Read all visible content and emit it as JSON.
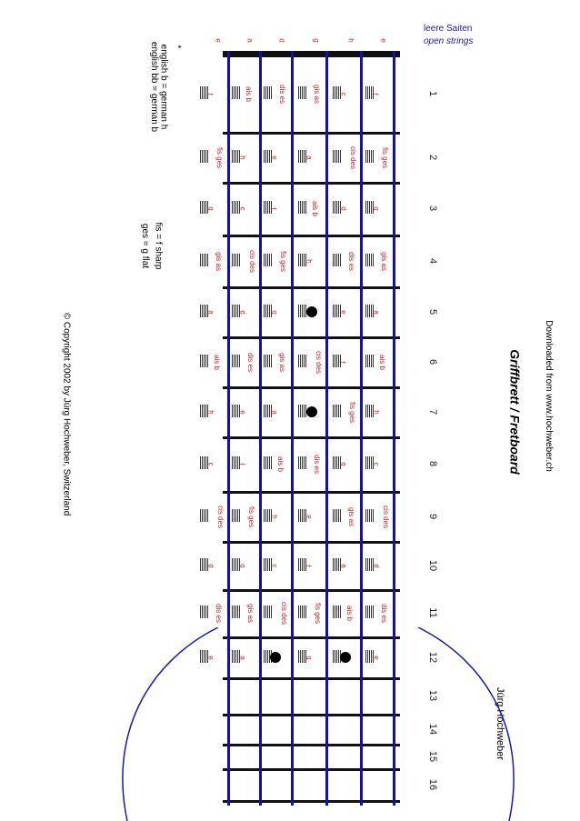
{
  "header": {
    "open_strings_de": "leere Saiten",
    "open_strings_en": "open strings",
    "downloaded": "Downloaded from www.hochweber.ch",
    "title": "Griffbrett / Fretboard",
    "author": "Jürg Hochweber"
  },
  "notes_box": {
    "asterisk": "*",
    "line1": "english  b  =  german  h",
    "line2": "english  bb  =  german  b",
    "line3": "fis = f sharp",
    "line4": "ges = g flat"
  },
  "copyright": "© Copyright 2002 by Jürg Hochweber, Switzerland",
  "frets": [
    "1",
    "2",
    "3",
    "4",
    "5",
    "6",
    "7",
    "8",
    "9",
    "10",
    "11",
    "12",
    "13",
    "14",
    "15",
    "16"
  ],
  "open_strings": [
    "e",
    "h",
    "g",
    "d",
    "a",
    "e"
  ],
  "strings": [
    {
      "name": "e-high",
      "notes": [
        "f",
        "fis ges",
        "g",
        "gis as",
        "a",
        "ais b",
        "h",
        "c",
        "cis des",
        "d",
        "dis es",
        "e",
        "",
        "",
        "",
        ""
      ]
    },
    {
      "name": "h",
      "notes": [
        "c",
        "cis des",
        "d",
        "dis es",
        "e",
        "f",
        "fis ges",
        "g",
        "gis as",
        "a",
        "ais b",
        "h",
        "",
        "",
        "",
        ""
      ]
    },
    {
      "name": "g",
      "notes": [
        "gis as",
        "a",
        "ais b",
        "h",
        "c",
        "cis des",
        "d",
        "dis es",
        "e",
        "f",
        "fis ges",
        "g",
        "",
        "",
        "",
        ""
      ]
    },
    {
      "name": "d",
      "notes": [
        "dis es",
        "e",
        "f",
        "fis ges",
        "g",
        "gis as",
        "a",
        "ais b",
        "h",
        "c",
        "cis des",
        "d",
        "",
        "",
        "",
        ""
      ]
    },
    {
      "name": "a",
      "notes": [
        "ais b",
        "h",
        "c",
        "cis des",
        "d",
        "dis es",
        "e",
        "f",
        "fis ges",
        "g",
        "gis as",
        "a",
        "",
        "",
        "",
        ""
      ]
    },
    {
      "name": "e-low",
      "notes": [
        "f",
        "fis ges",
        "g",
        "gis as",
        "a",
        "ais b",
        "h",
        "c",
        "cis des",
        "d",
        "dis es",
        "e",
        "",
        "",
        "",
        ""
      ]
    }
  ],
  "colors": {
    "string": "#1010b8",
    "fret": "#111111",
    "note": "#cc2222",
    "open": "#1a1ab0"
  }
}
